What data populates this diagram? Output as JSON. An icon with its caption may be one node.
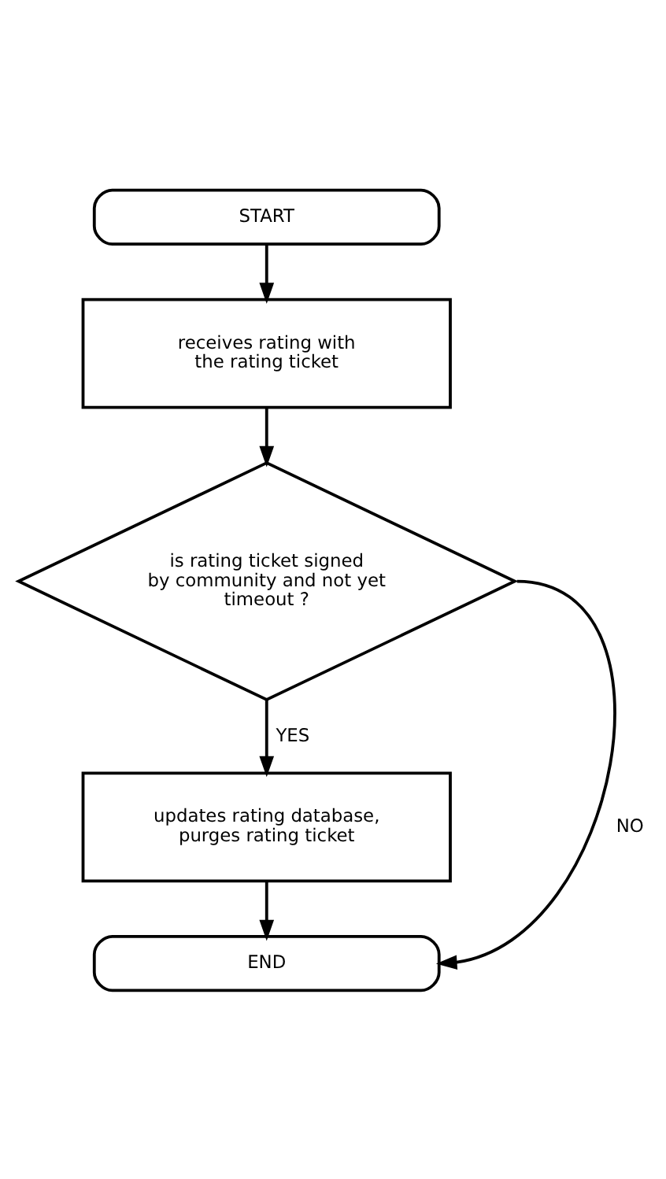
{
  "diagram": {
    "nodes": [
      {
        "text": [
          "START"
        ]
      },
      {
        "text": [
          "receives rating with the rating ticket"
        ]
      },
      {
        "text": [
          "is rating ticket signed by community and not yet timeout ?"
        ]
      },
      {
        "text": [
          "updates rating database, purges rating ticket"
        ]
      },
      {
        "text": [
          "END"
        ]
      }
    ],
    "edges": [
      {
        "from": 0,
        "to": 1,
        "arrow": "to"
      },
      {
        "from": 1,
        "to": 2,
        "arrow": "to"
      },
      {
        "from": 2,
        "to": 3,
        "arrow": "to",
        "label": "YES"
      },
      {
        "from": 3,
        "to": 4,
        "arrow": "to"
      },
      {
        "from": 2,
        "to": 4,
        "arrow": "to",
        "label": "NO"
      }
    ]
  }
}
